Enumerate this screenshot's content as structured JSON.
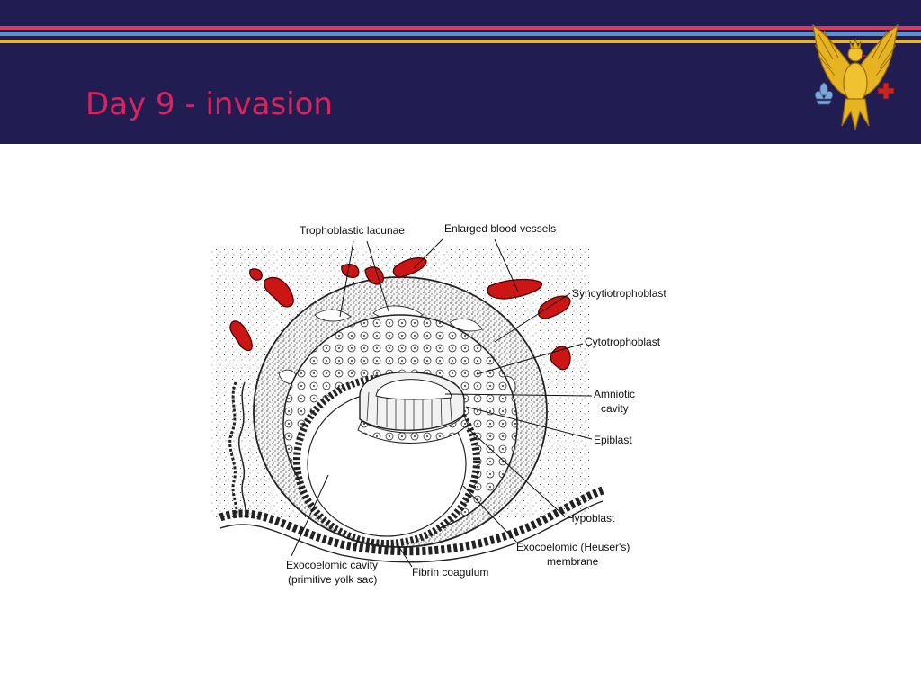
{
  "slide": {
    "title": "Day 9 - invasion",
    "colors": {
      "header_background": "#211d52",
      "title": "#d8245d",
      "stripe_red": "#d73a5b",
      "stripe_blue": "#5f8fcf",
      "stripe_gold": "#e5b53a",
      "blood_vessel": "#cc1616"
    }
  },
  "crest": {
    "icon": "heraldic-eagle-icon"
  },
  "diagram": {
    "labels": {
      "trophoblastic_lacunae": "Trophoblastic lacunae",
      "enlarged_blood_vessels": "Enlarged blood vessels",
      "syncytiotrophoblast": "Syncytiotrophoblast",
      "cytotrophoblast": "Cytotrophoblast",
      "amniotic_line1": "Amniotic",
      "amniotic_line2": "cavity",
      "epiblast": "Epiblast",
      "hypoblast": "Hypoblast",
      "exocoelomic_membrane_line1": "Exocoelomic (Heuser's)",
      "exocoelomic_membrane_line2": "membrane",
      "fibrin_coagulum": "Fibrin coagulum",
      "exocoelomic_cavity_line1": "Exocoelomic cavity",
      "exocoelomic_cavity_line2": "(primitive yolk sac)"
    }
  }
}
